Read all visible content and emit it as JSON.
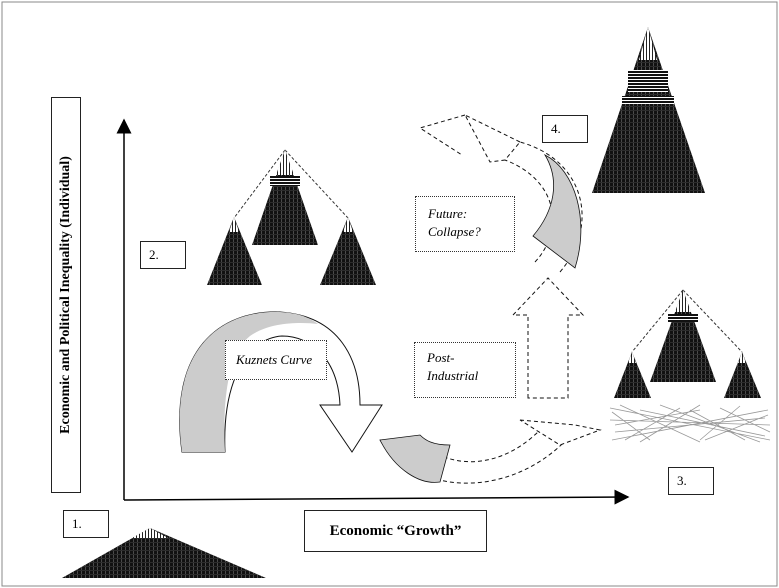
{
  "y_axis_label": "Economic and Political Inequality (Individual)",
  "x_axis_label": "Economic “Growth”",
  "stages": [
    {
      "number": "1."
    },
    {
      "number": "2."
    },
    {
      "number": "3."
    },
    {
      "number": "4."
    }
  ],
  "phases": {
    "kuznets": "Kuznets Curve",
    "post_industrial_line1": "Post-",
    "post_industrial_line2": "Industrial",
    "future_line1": "Future:",
    "future_line2": "Collapse?"
  },
  "colors": {
    "arrow_fill": "#cccccc",
    "pyramid_fill": "#111111",
    "axis": "#000000"
  }
}
